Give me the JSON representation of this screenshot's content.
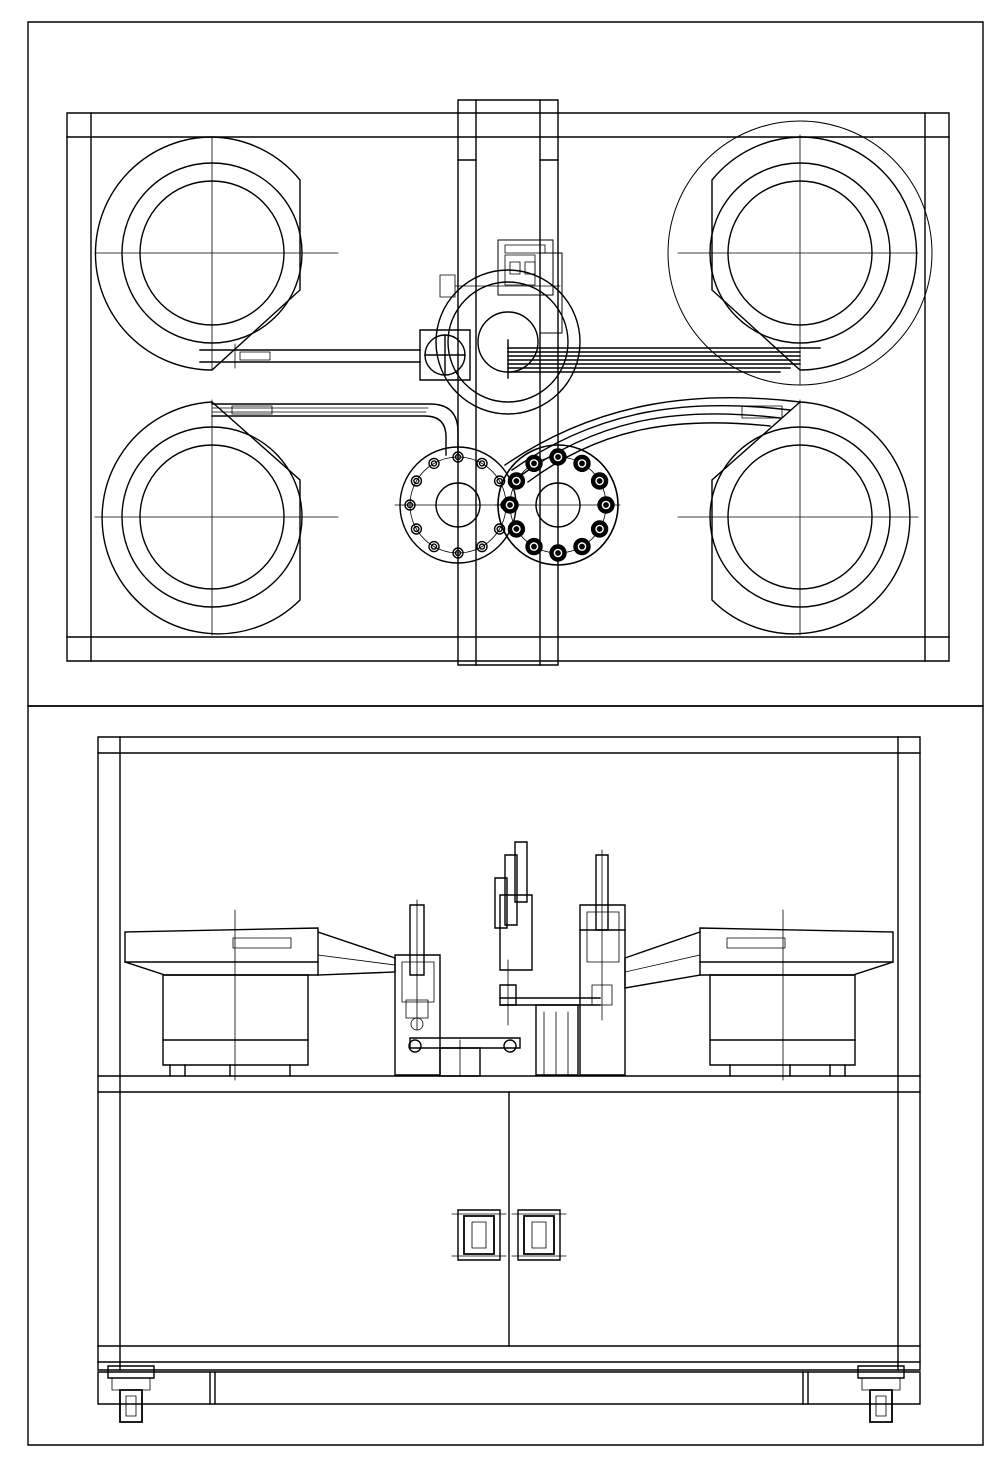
{
  "drawing": {
    "line_color": "#000000",
    "background": "#ffffff",
    "views": [
      {
        "id": "top-view",
        "wafer_spokes": 12,
        "bowl_feeders": 4,
        "indexing_dials": 2
      },
      {
        "id": "front-view",
        "cabinet_doors": 2,
        "casters": 2,
        "vertical_actuators": 4
      }
    ]
  }
}
